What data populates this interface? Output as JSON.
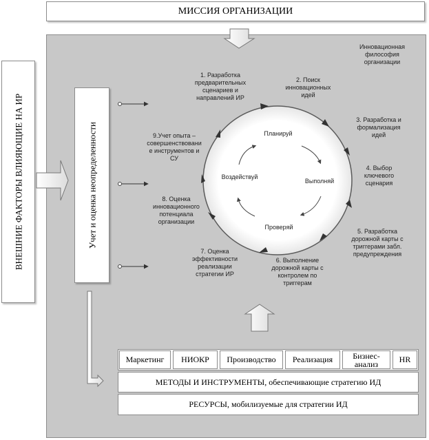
{
  "mission": "МИССИЯ ОРГАНИЗАЦИИ",
  "external_factors": "ВНЕШНИЕ ФАКТОРЫ ВЛИЯЮЩИЕ НА ИР",
  "uncertainty": "Учет и оценка неопределенности",
  "philosophy": [
    "Инновационная",
    "философия",
    "организации"
  ],
  "steps": [
    {
      "lines": [
        "1. Разработка",
        "предварительных",
        "сценариев и",
        "направлений ИР"
      ]
    },
    {
      "lines": [
        "2. Поиск",
        "инновационных",
        "идей"
      ]
    },
    {
      "lines": [
        "3. Разработка и",
        "формализация",
        "идей"
      ]
    },
    {
      "lines": [
        "4. Выбор",
        "ключевого",
        "сценария"
      ]
    },
    {
      "lines": [
        "5. Разработка",
        "дорожной карты с",
        "триггерами забл.",
        "предупреждения"
      ]
    },
    {
      "lines": [
        "6. Выполнение",
        "дорожной карты с",
        "контролем по",
        "триггерам"
      ]
    },
    {
      "lines": [
        "7. Оценка",
        "эффективности",
        "реализации",
        "стратегии ИР"
      ]
    },
    {
      "lines": [
        "8. Оценка",
        "инновационного",
        "потенциала",
        "организации"
      ]
    },
    {
      "lines": [
        "9.Учет опыта –",
        "совершенствовани",
        "е инструментов и",
        "СУ"
      ]
    }
  ],
  "cycle": {
    "plan": "Планируй",
    "execute": "Выполняй",
    "check": "Проверяй",
    "act": "Воздействуй"
  },
  "functions": [
    "Маркетинг",
    "НИОКР",
    "Производство",
    "Реализация",
    "Бизнес-анализ",
    "HR"
  ],
  "methods": "МЕТОДЫ И ИНСТРУМЕНТЫ, обеспечивающие стратегию ИД",
  "resources": "РЕСУРСЫ, мобилизуемые для стратегии ИД",
  "colors": {
    "panel": "#c8c8c8",
    "panel_border": "#8c8c8c",
    "circle_stroke": "#5a5a5a",
    "text": "#222222"
  }
}
